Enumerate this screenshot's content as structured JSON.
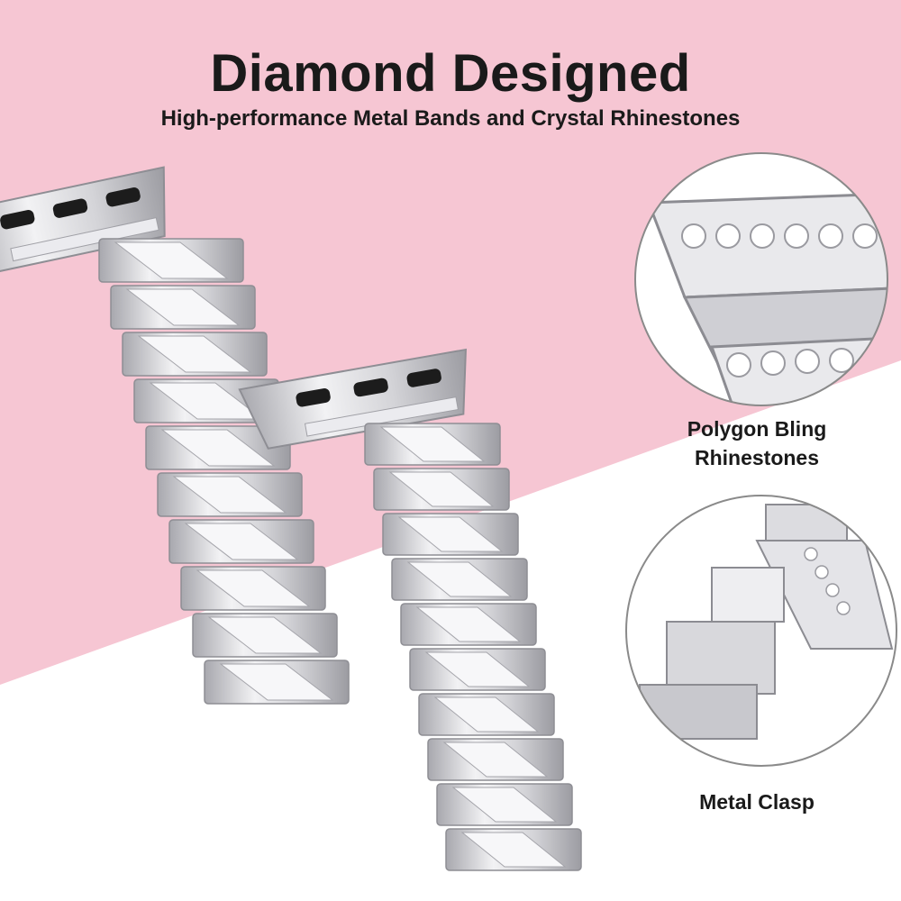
{
  "header": {
    "title": "Diamond Designed",
    "subtitle": "High-performance Metal Bands and Crystal Rhinestones"
  },
  "callouts": [
    {
      "label_line1": "Polygon Bling",
      "label_line2": "Rhinestones"
    },
    {
      "label_line1": "Metal Clasp",
      "label_line2": ""
    }
  ],
  "colors": {
    "background_pink": "#f6c6d3",
    "background_white": "#ffffff",
    "metal": "#d9d9dc",
    "metal_dark": "#9a9aa0",
    "text": "#1a1a1a"
  },
  "icons": [
    "long-band",
    "short-band",
    "rhinestone-detail-zoom",
    "clasp-detail-zoom"
  ]
}
